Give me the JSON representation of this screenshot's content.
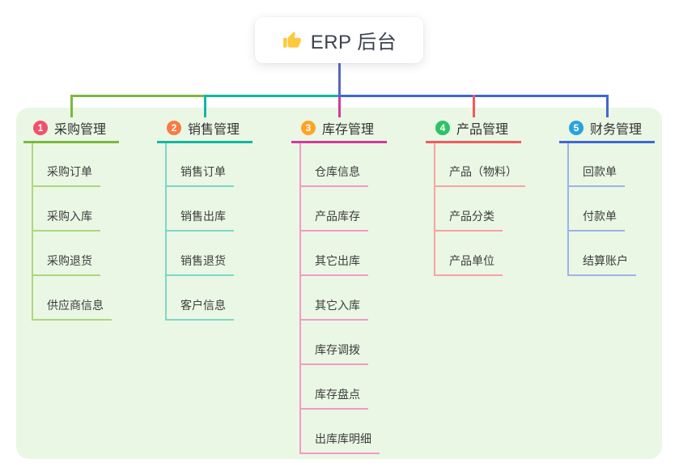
{
  "app": {
    "root_label": "ERP 后台",
    "root_icon": "thumbs-up"
  },
  "colors": {
    "page_background": "#ffffff",
    "panel_background": "#EAF7E4",
    "root_line": "#5567C4",
    "root_text": "#3C4250",
    "thumb_icon": "#FFC83D",
    "title_text": "#333333",
    "child_text": "#3D3D3D"
  },
  "branches": [
    {
      "number": "1",
      "title": "采购管理",
      "badge_color": "#F1516C",
      "line_color": "#7CB83E",
      "child_line_color": "#ACD77F",
      "children": [
        "采购订单",
        "采购入库",
        "采购退货",
        "供应商信息"
      ]
    },
    {
      "number": "2",
      "title": "销售管理",
      "badge_color": "#FB7A45",
      "line_color": "#12B8A2",
      "child_line_color": "#7BD8C8",
      "children": [
        "销售订单",
        "销售出库",
        "销售退货",
        "客户信息"
      ]
    },
    {
      "number": "3",
      "title": "库存管理",
      "badge_color": "#FFA426",
      "line_color": "#D23A9C",
      "child_line_color": "#F29AC8",
      "children": [
        "仓库信息",
        "产品库存",
        "其它出库",
        "其它入库",
        "库存调拨",
        "库存盘点",
        "出库库明细"
      ]
    },
    {
      "number": "4",
      "title": "产品管理",
      "badge_color": "#2DC365",
      "line_color": "#F25C5C",
      "child_line_color": "#F7A3A3",
      "children": [
        "产品（物料）",
        "产品分类",
        "产品单位"
      ]
    },
    {
      "number": "5",
      "title": "财务管理",
      "badge_color": "#29A3DC",
      "line_color": "#3E68D4",
      "child_line_color": "#9DB3E8",
      "children": [
        "回款单",
        "付款单",
        "结算账户"
      ]
    }
  ]
}
